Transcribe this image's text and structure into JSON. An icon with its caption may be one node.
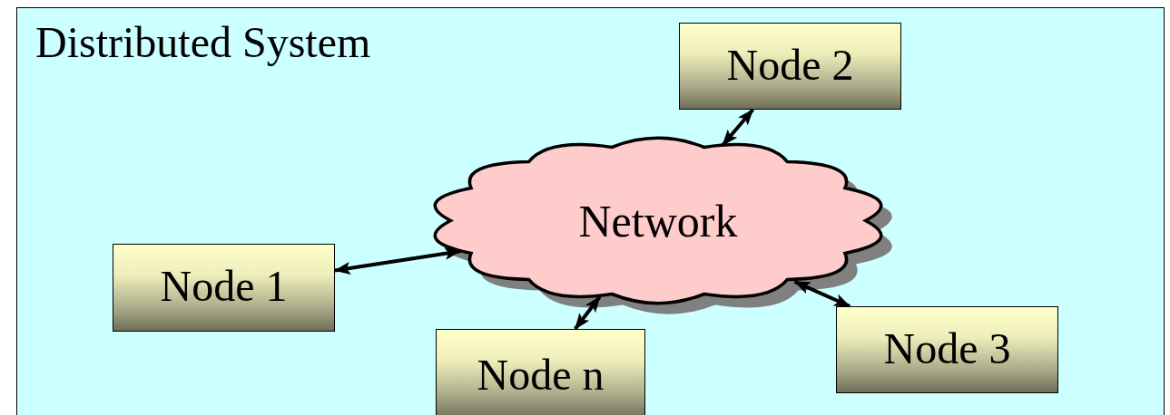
{
  "diagram": {
    "nodes": [
      {
        "text": [
          "Distributed System"
        ]
      },
      {
        "text": [
          "Node 2"
        ],
        "in": 0
      },
      {
        "text": [
          "Network"
        ],
        "in": 0
      },
      {
        "text": [
          "Node 1"
        ],
        "in": 0
      },
      {
        "text": [
          "Node 3"
        ],
        "in": 0
      },
      {
        "text": [
          "Node n"
        ],
        "in": 0
      }
    ],
    "edges": [
      {
        "from": 1,
        "to": 2,
        "arrow": "both"
      },
      {
        "from": 3,
        "to": 2,
        "arrow": "both"
      },
      {
        "from": 5,
        "to": 2,
        "arrow": "both"
      },
      {
        "from": 4,
        "to": 2,
        "arrow": "both"
      }
    ]
  }
}
